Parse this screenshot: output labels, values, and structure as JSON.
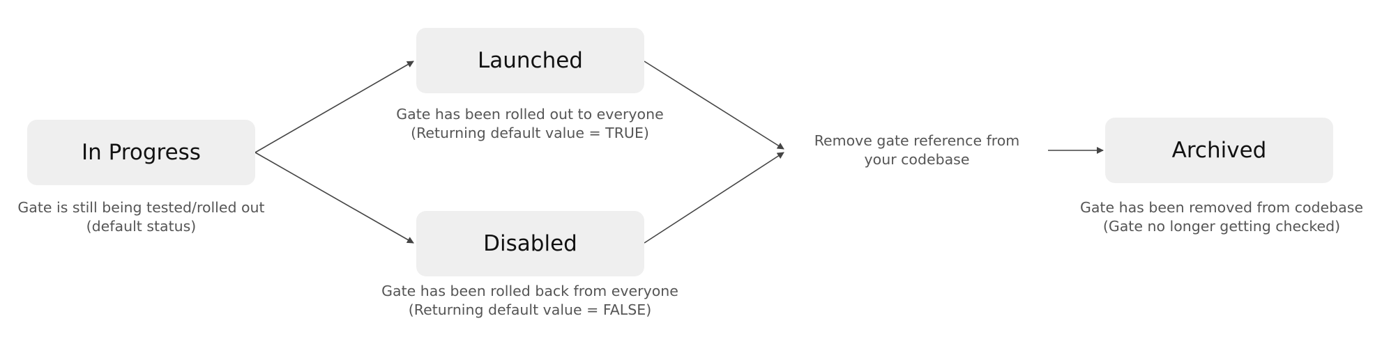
{
  "nodes": {
    "in_progress": {
      "label": "In Progress",
      "caption": [
        "Gate is still being tested/rolled out",
        "(default status)"
      ]
    },
    "launched": {
      "label": "Launched",
      "caption": [
        "Gate has been rolled out to everyone",
        "(Returning default value = TRUE)"
      ]
    },
    "disabled": {
      "label": "Disabled",
      "caption": [
        "Gate has been rolled back from everyone",
        "(Returning default value = FALSE)"
      ]
    },
    "archived": {
      "label": "Archived",
      "caption": [
        "Gate has been removed from codebase",
        "(Gate no longer getting checked)"
      ]
    }
  },
  "step": {
    "text": [
      "Remove gate reference from",
      "your codebase"
    ]
  },
  "colors": {
    "node_fill": "#efefef",
    "node_text": "#111111",
    "caption_text": "#555555",
    "edge": "#444444"
  }
}
